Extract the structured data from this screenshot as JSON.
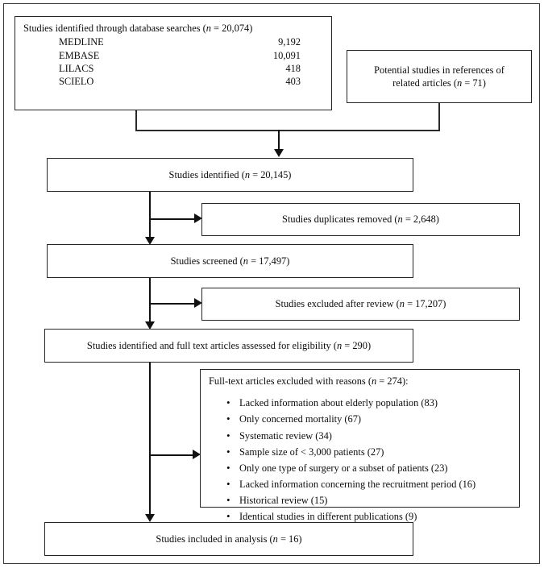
{
  "diagram": {
    "type": "prisma-flow-diagram",
    "boxes": {
      "database_search": {
        "title": "Studies identified through database searches (",
        "n_label": "n",
        "n_eq": " = 20,074)",
        "sources": [
          {
            "name": "MEDLINE",
            "count": "9,192"
          },
          {
            "name": "EMBASE",
            "count": "10,091"
          },
          {
            "name": "LILACS",
            "count": "418"
          },
          {
            "name": "SCIELO",
            "count": "403"
          }
        ]
      },
      "references": {
        "line1": "Potential studies in references of",
        "line2_pre": "related articles (",
        "n_label": "n",
        "line2_post": " = 71)"
      },
      "identified": {
        "text_pre": "Studies identified (",
        "n_label": "n",
        "text_post": " = 20,145)"
      },
      "duplicates_removed": {
        "text_pre": "Studies duplicates removed (",
        "n_label": "n",
        "text_post": " = 2,648)"
      },
      "screened": {
        "text_pre": "Studies screened (",
        "n_label": "n",
        "text_post": " = 17,497)"
      },
      "excluded_after_review": {
        "text_pre": "Studies excluded after review (",
        "n_label": "n",
        "text_post": " = 17,207)"
      },
      "eligibility": {
        "text_pre": "Studies identified and full text articles assessed for eligibility (",
        "n_label": "n",
        "text_post": " = 290)"
      },
      "excluded_with_reasons": {
        "heading_pre": "Full-text articles excluded with reasons (",
        "n_label": "n",
        "heading_post": " = 274):",
        "reasons": [
          "Lacked information about elderly population (83)",
          "Only concerned mortality (67)",
          "Systematic review (34)",
          "Sample size of < 3,000 patients (27)",
          "Only one type of surgery or a subset of patients (23)",
          "Lacked information concerning the recruitment period (16)",
          "Historical review (15)",
          "Identical studies in different publications (9)"
        ]
      },
      "included": {
        "text_pre": "Studies included in analysis (",
        "n_label": "n",
        "text_post": " = 16)"
      }
    },
    "colors": {
      "line": "#111111",
      "box_border": "#262626",
      "frame_border": "#3a3a3a",
      "background": "#ffffff",
      "text": "#0d0d0d"
    }
  }
}
